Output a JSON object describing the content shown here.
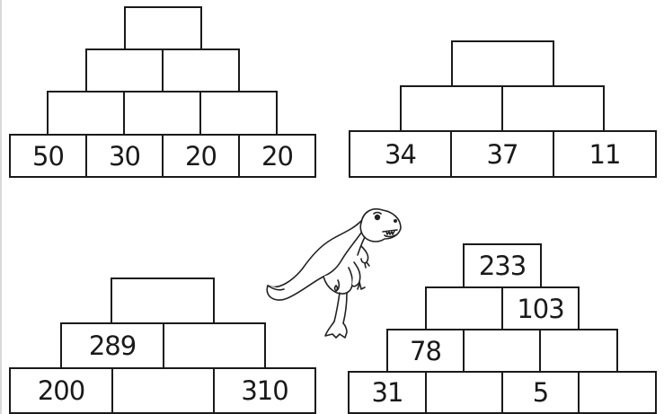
{
  "pyramids": [
    {
      "name": "pyramid-four-base",
      "rows": [
        [
          ""
        ],
        [
          "",
          ""
        ],
        [
          "",
          "",
          ""
        ],
        [
          "50",
          "30",
          "20",
          "20"
        ]
      ]
    },
    {
      "name": "pyramid-three-base",
      "rows": [
        [
          ""
        ],
        [
          "",
          ""
        ],
        [
          "34",
          "37",
          "11"
        ]
      ]
    },
    {
      "name": "pyramid-three-base-b",
      "rows": [
        [
          ""
        ],
        [
          "289",
          ""
        ],
        [
          "200",
          "",
          "310"
        ]
      ]
    },
    {
      "name": "pyramid-four-base-b",
      "rows": [
        [
          "233"
        ],
        [
          "",
          "103"
        ],
        [
          "78",
          "",
          ""
        ],
        [
          "31",
          "",
          "5",
          ""
        ]
      ]
    }
  ],
  "illustration": {
    "name": "dinosaur-icon"
  }
}
